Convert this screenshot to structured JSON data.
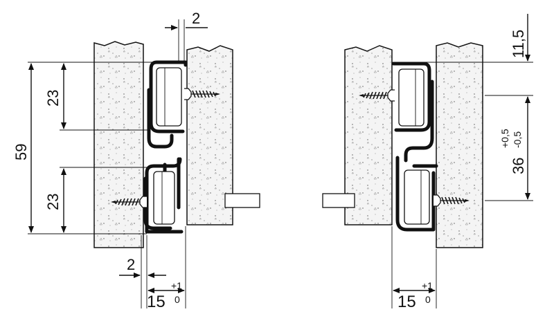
{
  "dimensions": {
    "top_gap": "2",
    "total_height": "59",
    "upper_spacing": "23",
    "lower_spacing": "23",
    "bottom_gap": "2",
    "left_depth": "15",
    "left_depth_tol_upper": "+1",
    "left_depth_tol_lower": "0",
    "right_top_offset": "11,5",
    "right_spacing": "36",
    "right_spacing_tol_upper": "+0,5",
    "right_spacing_tol_lower": "-0,5",
    "right_depth": "15",
    "right_depth_tol_upper": "+1",
    "right_depth_tol_lower": "0"
  },
  "colors": {
    "ink": "#111111",
    "board_fill": "#f2f2f2",
    "paper": "#ffffff"
  },
  "icons": [
    "screw-icon",
    "roller-icon",
    "arrow-icon"
  ]
}
